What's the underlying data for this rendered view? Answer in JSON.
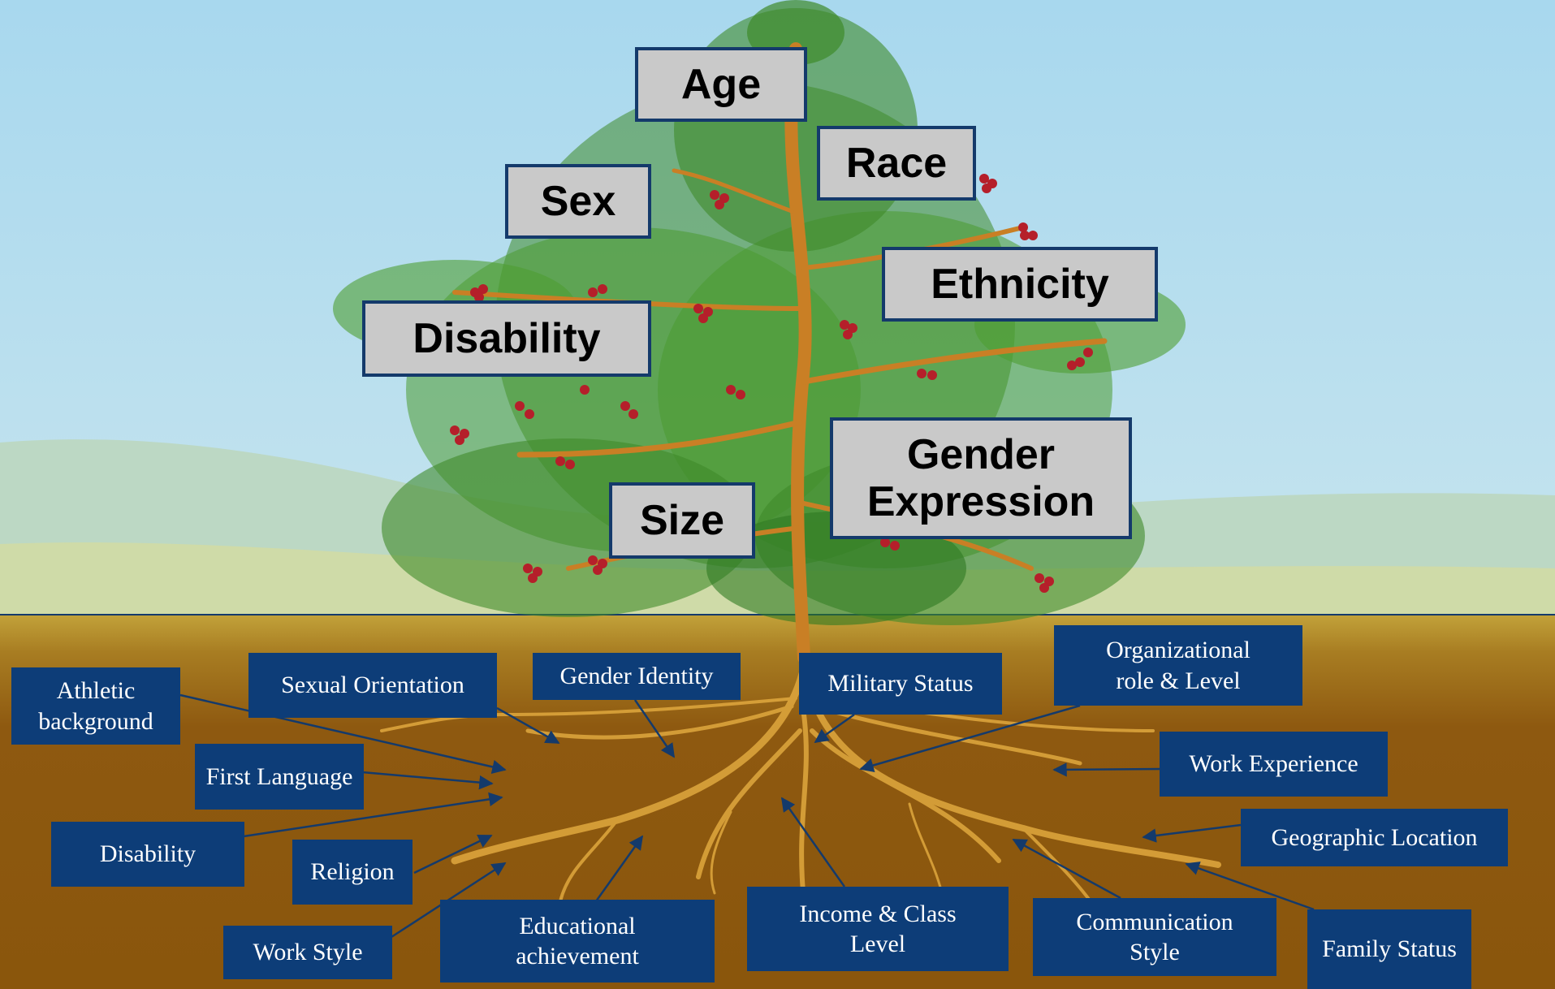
{
  "colors": {
    "sky": "#a9d6ea",
    "hill": "#bfd7b6",
    "soil": "#8f5a10",
    "above_label_bg": "#c9c9c9",
    "above_label_border": "#143a6b",
    "below_label_bg": "#0d3d78",
    "arrow": "#143a6b"
  },
  "above_ground": [
    {
      "id": "age",
      "label": "Age"
    },
    {
      "id": "race",
      "label": "Race"
    },
    {
      "id": "sex",
      "label": "Sex"
    },
    {
      "id": "ethnicity",
      "label": "Ethnicity"
    },
    {
      "id": "disability",
      "label": "Disability"
    },
    {
      "id": "gender-expression",
      "label": "Gender\nExpression"
    },
    {
      "id": "size",
      "label": "Size"
    }
  ],
  "below_ground": [
    {
      "id": "athletic",
      "label": "Athletic\nbackground"
    },
    {
      "id": "sexual-orientation",
      "label": "Sexual Orientation"
    },
    {
      "id": "gender-identity",
      "label": "Gender Identity"
    },
    {
      "id": "military",
      "label": "Military Status"
    },
    {
      "id": "org-role",
      "label": "Organizational\nrole & Level"
    },
    {
      "id": "first-language",
      "label": "First Language"
    },
    {
      "id": "work-experience",
      "label": "Work Experience"
    },
    {
      "id": "disability-below",
      "label": "Disability"
    },
    {
      "id": "religion",
      "label": "Religion"
    },
    {
      "id": "geographic",
      "label": "Geographic Location"
    },
    {
      "id": "work-style",
      "label": "Work Style"
    },
    {
      "id": "education",
      "label": "Educational\nachievement"
    },
    {
      "id": "income",
      "label": "Income & Class\nLevel"
    },
    {
      "id": "communication",
      "label": "Communication\nStyle"
    },
    {
      "id": "family",
      "label": "Family Status"
    }
  ]
}
